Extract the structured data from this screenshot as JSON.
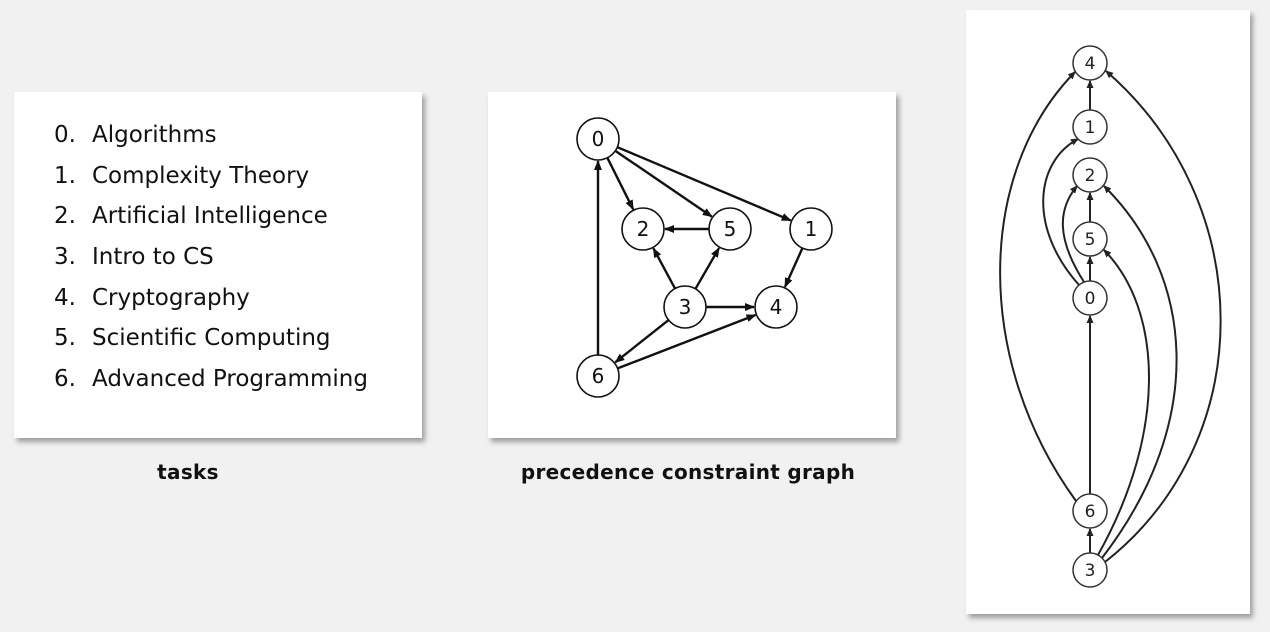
{
  "tasks": {
    "caption": "tasks",
    "items": [
      {
        "id": "0.",
        "name": "Algorithms"
      },
      {
        "id": "1.",
        "name": "Complexity Theory"
      },
      {
        "id": "2.",
        "name": "Artificial Intelligence"
      },
      {
        "id": "3.",
        "name": "Intro to CS"
      },
      {
        "id": "4.",
        "name": "Cryptography"
      },
      {
        "id": "5.",
        "name": "Scientific Computing"
      },
      {
        "id": "6.",
        "name": "Advanced Programming"
      }
    ]
  },
  "graph": {
    "caption": "precedence constraint graph",
    "nodes": [
      "0",
      "1",
      "2",
      "3",
      "4",
      "5",
      "6"
    ],
    "edges": [
      [
        "0",
        "2"
      ],
      [
        "0",
        "5"
      ],
      [
        "0",
        "1"
      ],
      [
        "1",
        "4"
      ],
      [
        "3",
        "2"
      ],
      [
        "3",
        "5"
      ],
      [
        "3",
        "4"
      ],
      [
        "3",
        "6"
      ],
      [
        "5",
        "2"
      ],
      [
        "6",
        "0"
      ],
      [
        "6",
        "4"
      ]
    ]
  },
  "topological_order": {
    "order_top_to_bottom": [
      "4",
      "1",
      "2",
      "5",
      "0",
      "6",
      "3"
    ]
  }
}
